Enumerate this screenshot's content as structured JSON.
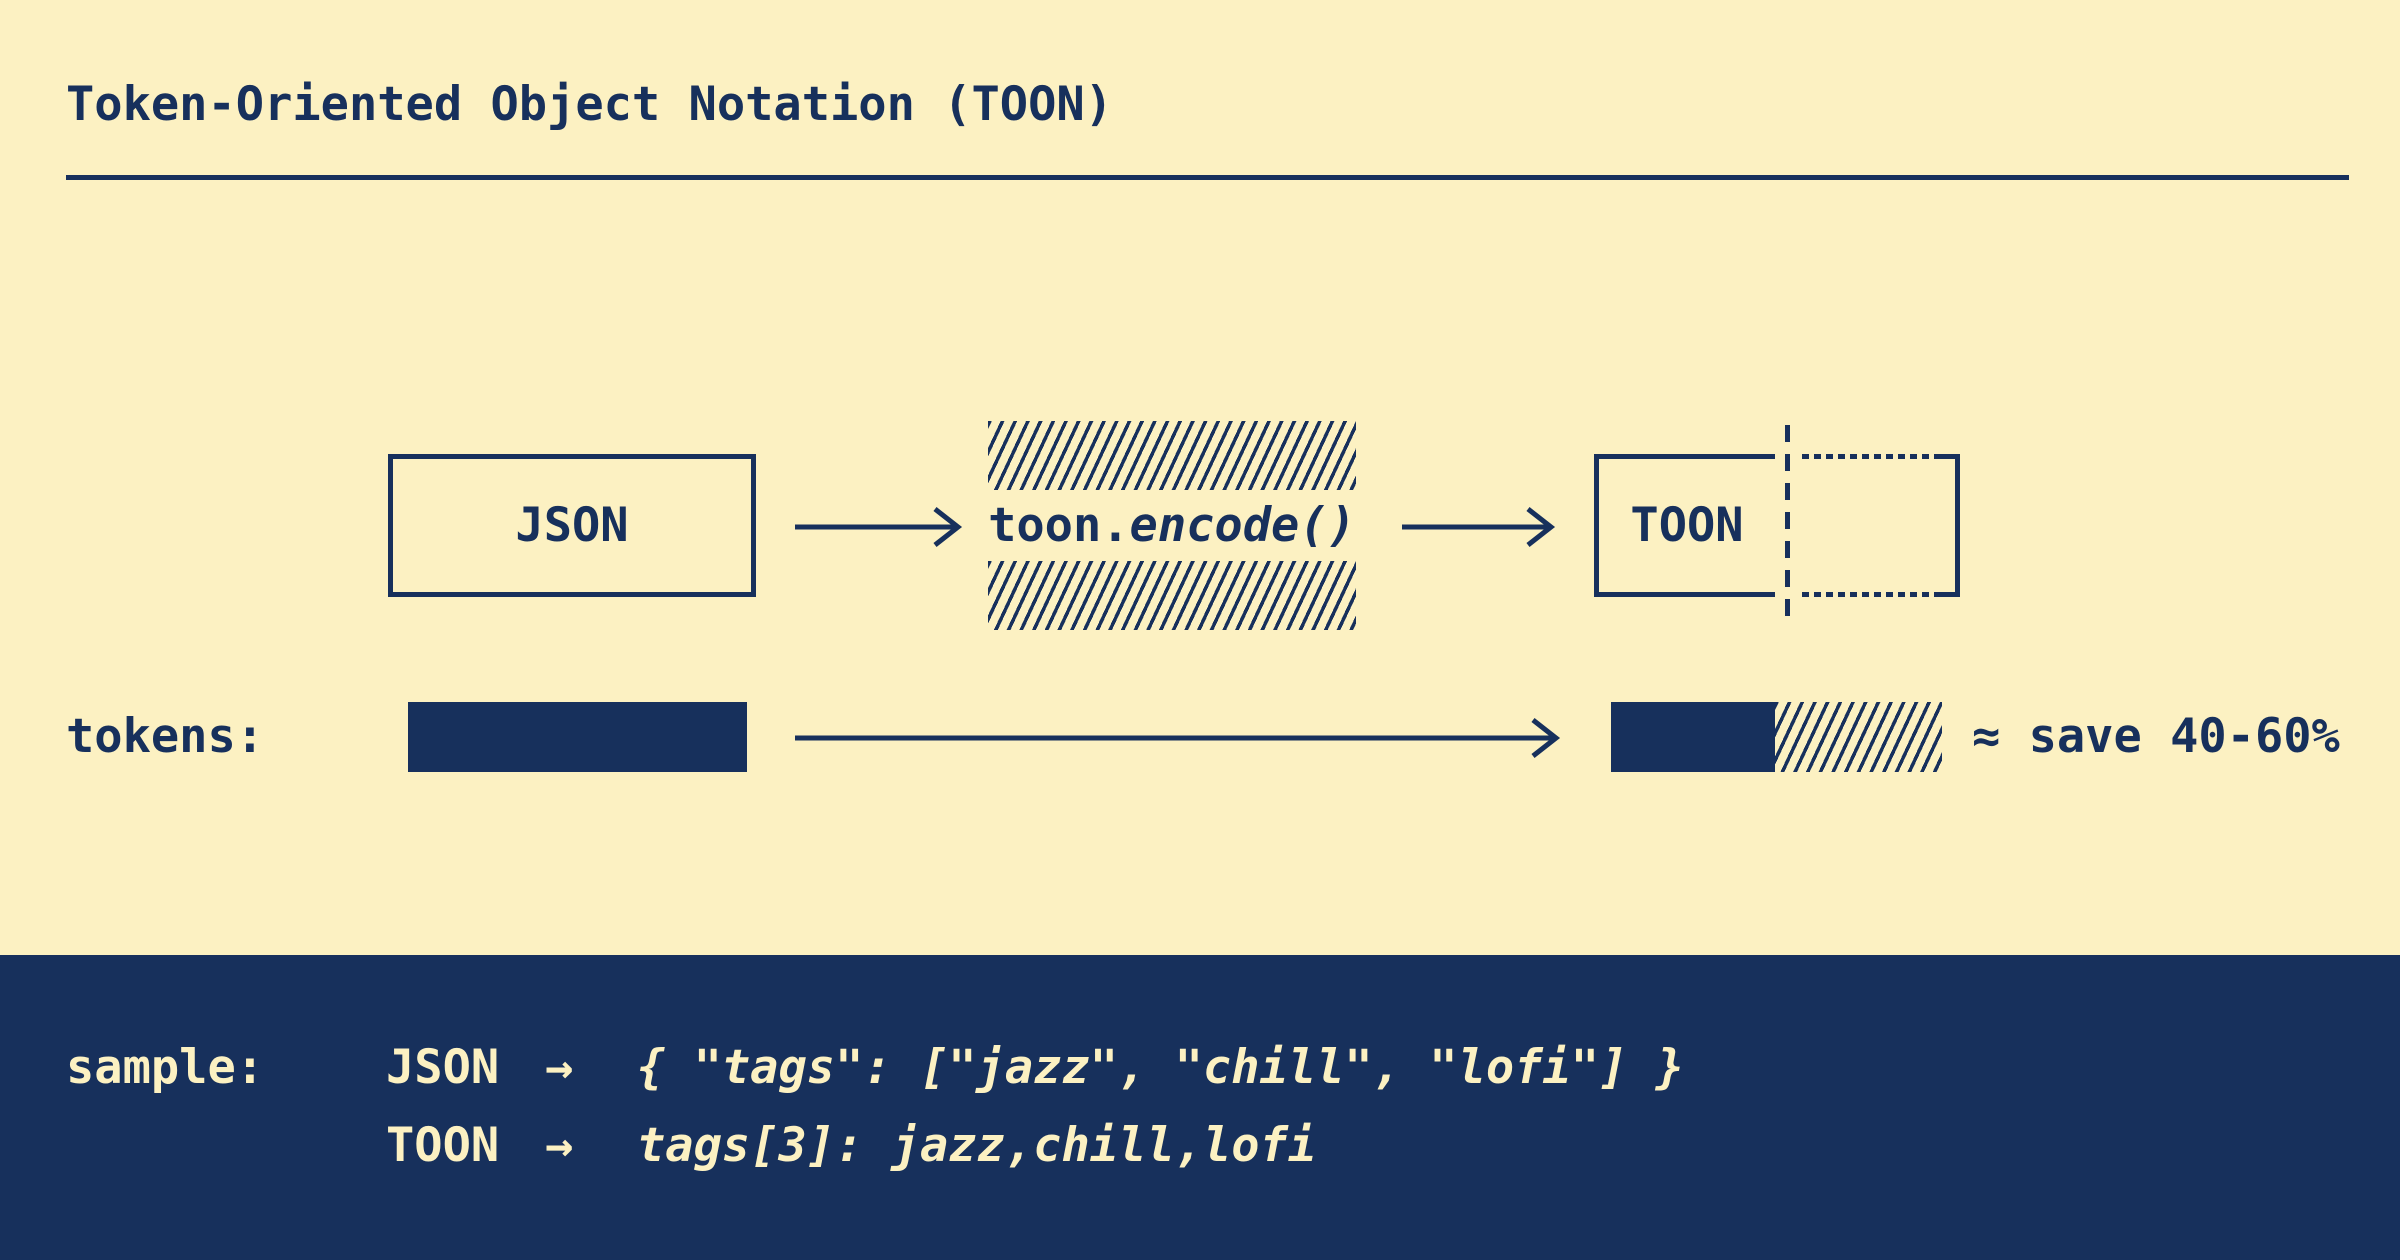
{
  "colors": {
    "cream": "#FCF1C2",
    "navy": "#17305C"
  },
  "title": "Token-Oriented Object Notation (TOON)",
  "flow": {
    "input_label": "JSON",
    "encoder_prefix": "toon.",
    "encoder_call": "encode()",
    "output_label": "TOON"
  },
  "tokens": {
    "label": "tokens:",
    "savings": "≈ save 40-60%",
    "json_bar_ratio": 1.0,
    "toon_solid_ratio": 0.48,
    "toon_saved_ratio": 0.52
  },
  "sample": {
    "label": "sample:",
    "rows": [
      {
        "format": "JSON",
        "arrow": "→",
        "code": "{ \"tags\": [\"jazz\", \"chill\", \"lofi\"] }"
      },
      {
        "format": "TOON",
        "arrow": "→",
        "code": "tags[3]: jazz,chill,lofi"
      }
    ]
  }
}
